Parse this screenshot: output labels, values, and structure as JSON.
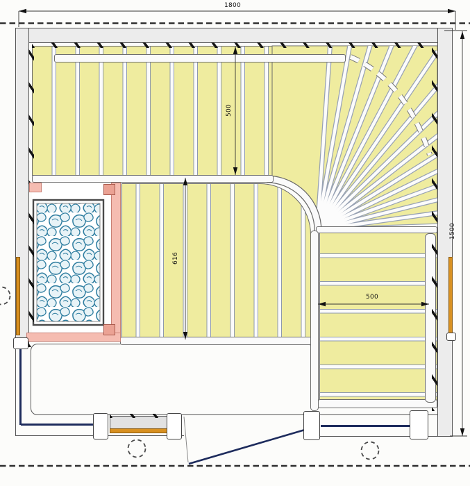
{
  "dimensions": {
    "overall_width": "1800",
    "overall_depth": "1500",
    "upper_bench_depth": "500",
    "lower_bench_depth": "616",
    "side_bench_width": "500"
  },
  "colors": {
    "bench_wood": "#efec9f",
    "heater_guard_rail": "#f5bcb1",
    "glass_wall": "#1d2b5c",
    "heater_stones": "#2e7da0",
    "wall_fill": "#ececec",
    "wood_trim": "#d89020"
  }
}
